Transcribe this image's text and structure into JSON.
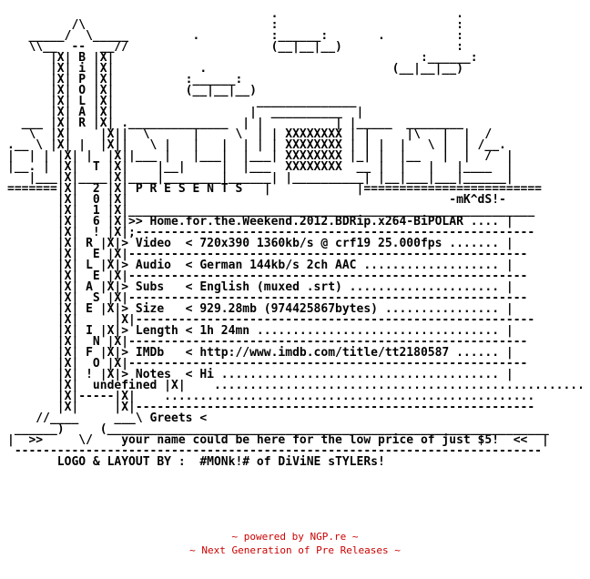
{
  "nfo": {
    "title_release": ">> Home.for.the.Weekend.2012.BDRip.x264-BiPOLAR",
    "group_vertical": "BiPOLAR",
    "date_vertical": "2016!",
    "notice_vertical": "RELEASE INFO!",
    "presents": "P R E S E N T S",
    "ascii_signature": "-mK^dS!-",
    "fields": [
      {
        "label": "Video",
        "value": "720x390 1360kb/s @ crf19 25.000fps"
      },
      {
        "label": "Audio",
        "value": "German 144kb/s 2ch AAC"
      },
      {
        "label": "Subs",
        "value": "English (muxed .srt)"
      },
      {
        "label": "Size",
        "value": "929.28mb (974425867bytes)"
      },
      {
        "label": "Length",
        "value": "1h 24mn"
      },
      {
        "label": "IMDb",
        "value": "http://www.imdb.com/title/tt2180587"
      },
      {
        "label": "Notes",
        "value": "Hi"
      }
    ],
    "greets_label": "Greets",
    "ad": "your name could be here for the low price of just $5!",
    "credits": "LOGO & LAYOUT BY :  #MONk!# of DiViNE sTYLERs!"
  },
  "footer": {
    "line1": "~ powered by NGP.re ~",
    "line2": "~ Next Generation of Pre Releases ~",
    "color": "#cc0000"
  }
}
